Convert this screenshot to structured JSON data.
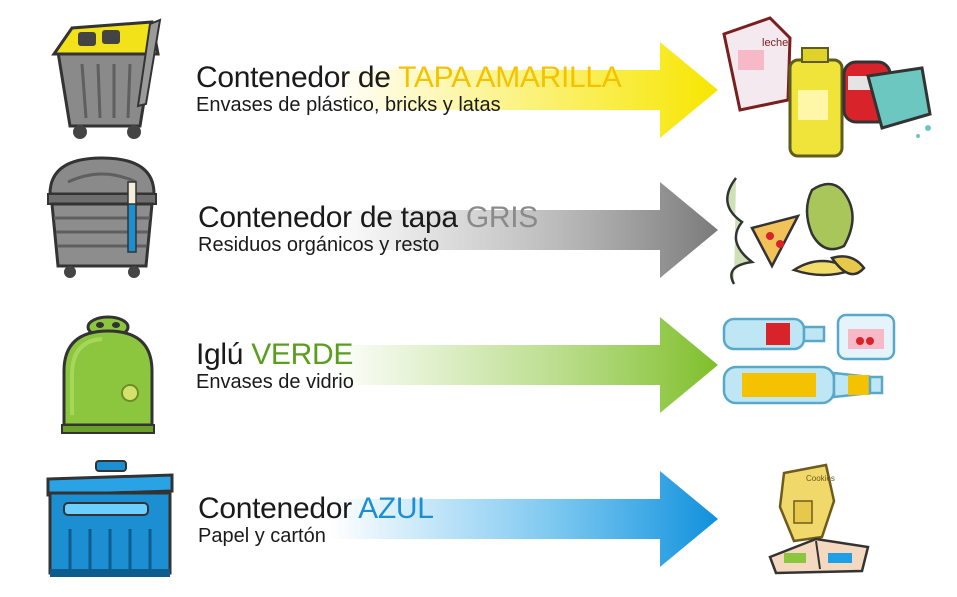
{
  "rows": [
    {
      "title_prefix": "Contenedor de ",
      "title_highlight": "TAPA AMARILLA",
      "subtitle": "Envases de plástico, bricks y latas",
      "color": "#f5c200",
      "arrow_color": "#f7e600"
    },
    {
      "title_prefix": "Contenedor de tapa ",
      "title_highlight": "GRIS",
      "subtitle": "Residuos orgánicos y resto",
      "color": "#8a8a8a",
      "arrow_color": "#8c8c8c"
    },
    {
      "title_prefix": "Iglú ",
      "title_highlight": "VERDE",
      "subtitle": "Envases de vidrio",
      "color": "#5a9e1e",
      "arrow_color": "#8cc63f"
    },
    {
      "title_prefix": "Contenedor ",
      "title_highlight": "AZUL",
      "subtitle": "Papel y cartón",
      "color": "#1b8fd2",
      "arrow_color": "#1ea0e6"
    }
  ],
  "item_labels": {
    "milk": "leche",
    "cereal": "Cookies"
  },
  "icons": [
    "yellow-lid-container-icon",
    "gray-lid-container-icon",
    "green-igloo-icon",
    "blue-container-icon"
  ]
}
